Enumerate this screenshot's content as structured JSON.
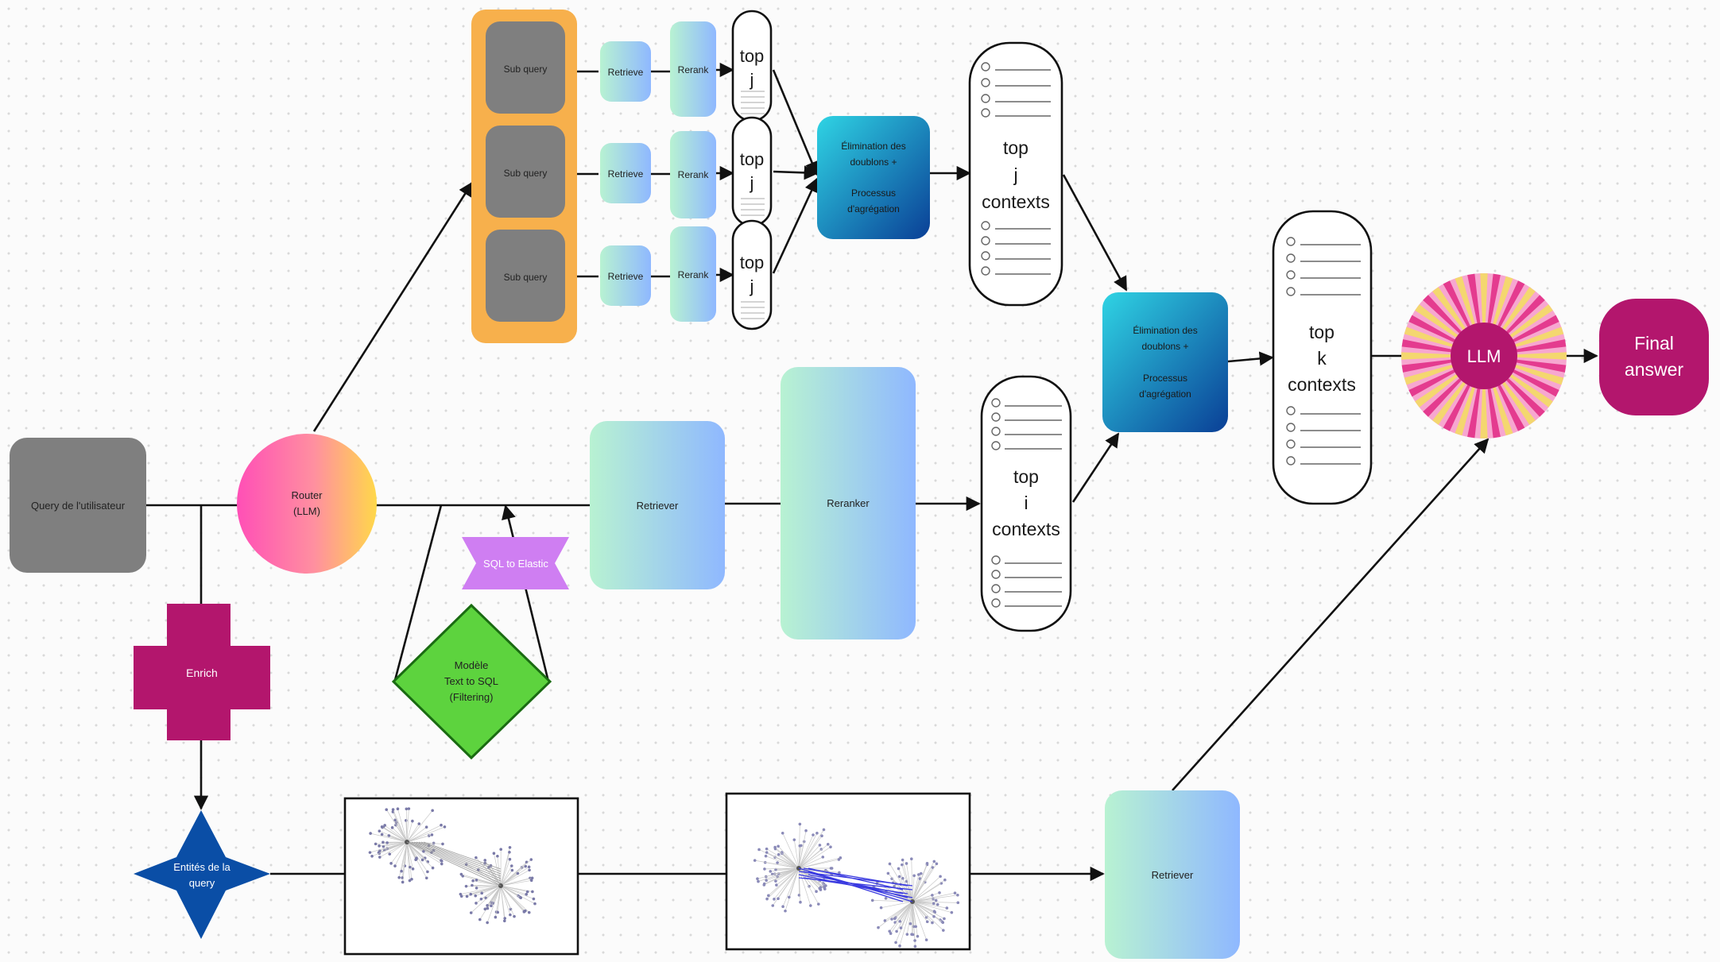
{
  "user_query": "Query de l'utilisateur",
  "router": [
    "Router",
    "(LLM)"
  ],
  "sub_query": "Sub query",
  "retrieve": "Retrieve",
  "rerank": "Rerank",
  "top_j": [
    "top",
    "j"
  ],
  "dedup": [
    "Élimination des",
    "doublons +",
    "Processus",
    "d'agrégation"
  ],
  "top_j_contexts": [
    "top",
    "j",
    "contexts"
  ],
  "top_i_contexts": [
    "top",
    "i",
    "contexts"
  ],
  "top_k_contexts": [
    "top",
    "k",
    "contexts"
  ],
  "retriever": "Retriever",
  "reranker": "Reranker",
  "sql_to_elastic": "SQL to Elastic",
  "text_to_sql": [
    "Modèle",
    "Text to SQL",
    "(Filtering)"
  ],
  "enrich": "Enrich",
  "entities": [
    "Entités de la",
    "query"
  ],
  "llm": "LLM",
  "final_answer": [
    "Final",
    "answer"
  ],
  "colors": {
    "grey_box": "#7f7f7f",
    "orange": "#f7b04c",
    "magenta": "#b3166d",
    "green": "#5dd33e",
    "navy": "#0a4ea6",
    "purple": "#cf7ef2"
  }
}
